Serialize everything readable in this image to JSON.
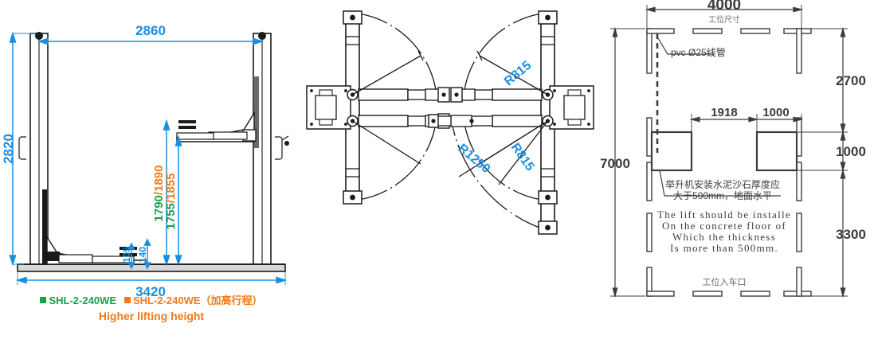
{
  "colors": {
    "dimension_blue": "#1a8fe0",
    "green": "#17a049",
    "orange": "#f07a1b",
    "line_black": "#1a1a1a",
    "plan_gray": "#3c3c3c",
    "background": "#ffffff"
  },
  "front_view": {
    "name": "two-post-lift-front-elevation",
    "dimensions": {
      "overall_width_top": "2860",
      "overall_height": "2820",
      "base_width": "3420",
      "pad_height_low": "105",
      "pad_height_high": "140",
      "lift_height_green_orange": {
        "green": "1790",
        "separator": "/",
        "orange": "1890"
      },
      "arm_height_green_orange": {
        "green": "1755",
        "separator": "/",
        "orange": "1855"
      }
    }
  },
  "top_view": {
    "name": "two-post-lift-plan-arms",
    "radii": [
      "R815",
      "R1250",
      "R815"
    ],
    "radius_labels": {
      "upper_right": "R815",
      "lower_left": "R1250",
      "lower_right": "R815"
    }
  },
  "floor_plan": {
    "name": "installation-bay-floor-plan",
    "dimensions": {
      "bay_width": "4000",
      "bay_depth": "7000",
      "top_offset": "2700",
      "post_spacing_depth": "1000",
      "bottom_offset": "3300",
      "post_spacing_width": "1918",
      "edge_offset": "1000"
    },
    "labels": {
      "bay_width_caption": "工位尺寸",
      "conduit": "pvc Ø25线管",
      "entrance_caption": "工位入车口"
    },
    "notes": {
      "chinese": [
        "举升机安装水泥沙石厚度应",
        "大于500mm，地面水平"
      ],
      "english": [
        "The lift should be installe",
        "On the concrete floor of",
        "Which the thickness",
        "Is more than 500mm."
      ]
    }
  },
  "legend": {
    "items": [
      {
        "label": "SHL-2-240WE",
        "color": "green"
      },
      {
        "label": "SHL-2-240WE（加高行程）",
        "color": "orange"
      }
    ],
    "subtitle": "Higher  lifting height"
  }
}
